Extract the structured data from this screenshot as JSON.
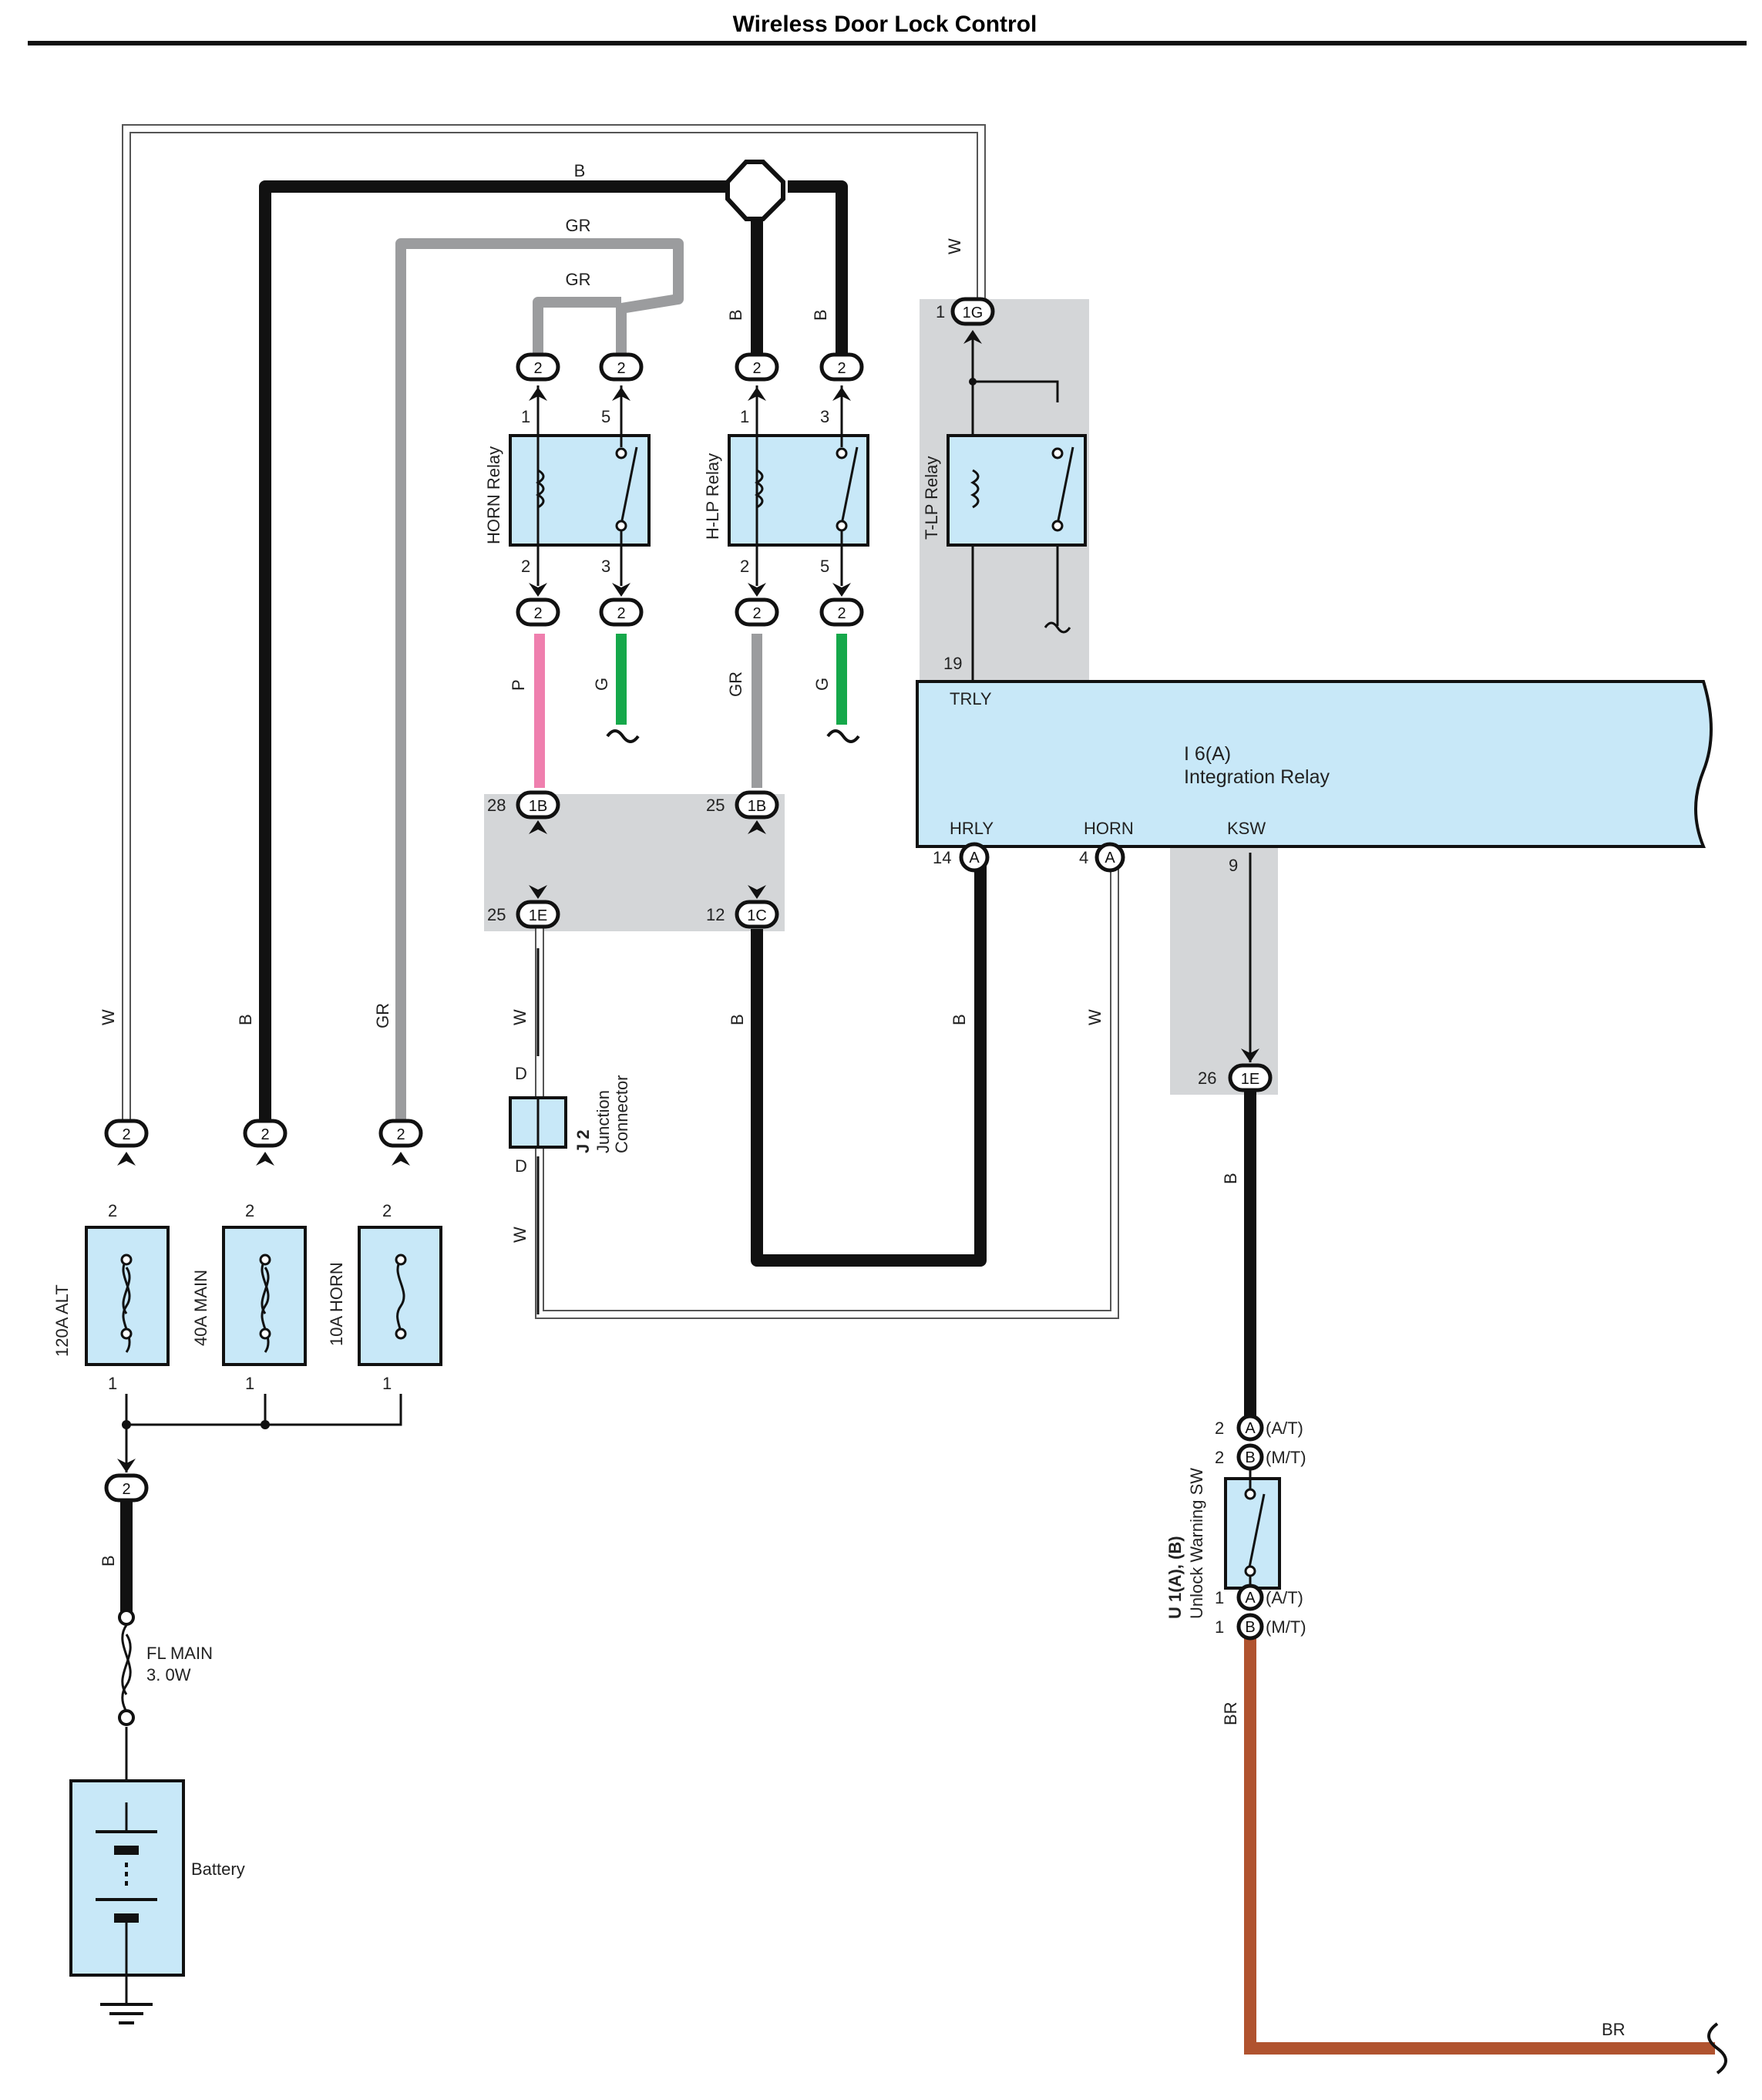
{
  "title": "Wireless Door Lock Control",
  "colors": {
    "black_wire": "#111111",
    "gray_wire": "#9b9c9e",
    "white_wire": "#ffffff",
    "pink_wire": "#ef7fae",
    "green_wire": "#15a84a",
    "brown_wire": "#b0532f",
    "component_fill": "#c8e8f8",
    "shade_fill": "#d4d6d8"
  },
  "wire_codes": {
    "B": "B",
    "GR": "GR",
    "W": "W",
    "P": "P",
    "G": "G",
    "BR": "BR"
  },
  "connectors": {
    "c2": "2",
    "c1G": "1G",
    "c1B": "1B",
    "c1E": "1E",
    "c1C": "1C",
    "cA": "A",
    "cB": "B"
  },
  "pins": {
    "p1": "1",
    "p2": "2",
    "p3": "3",
    "p4": "4",
    "p5": "5",
    "p9": "9",
    "p12": "12",
    "p14": "14",
    "p19": "19",
    "p25": "25",
    "p26": "26",
    "p28": "28"
  },
  "relays": {
    "horn": "HORN Relay",
    "hlp": "H-LP Relay",
    "tlp": "T-LP Relay"
  },
  "integration_relay": {
    "id": "I 6(A)",
    "name": "Integration Relay",
    "trly": "TRLY",
    "hrly": "HRLY",
    "horn": "HORN",
    "ksw": "KSW"
  },
  "fuses": {
    "alt": "120A ALT",
    "main": "40A MAIN",
    "horn": "10A HORN",
    "fl_main_1": "FL MAIN",
    "fl_main_2": "3. 0W"
  },
  "junction": {
    "id": "J 2",
    "name_1": "Junction",
    "name_2": "Connector",
    "pin": "D"
  },
  "unlock_switch": {
    "id": "U 1(A), (B)",
    "name": "Unlock Warning SW",
    "at": "(A/T)",
    "mt": "(M/T)"
  },
  "battery": "Battery"
}
